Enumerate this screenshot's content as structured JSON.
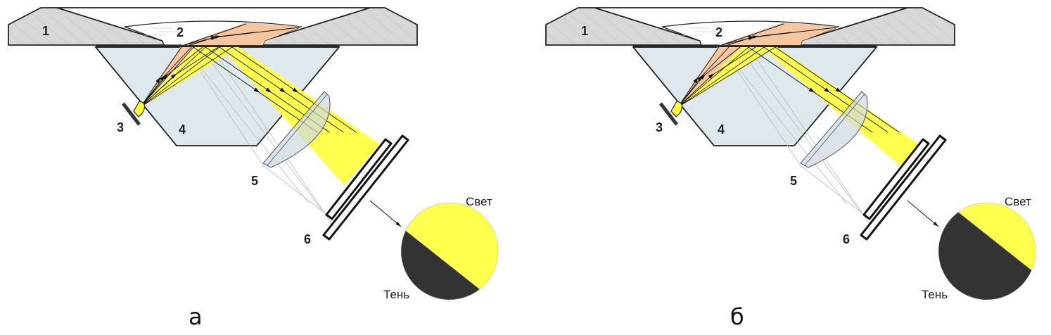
{
  "colors": {
    "plate": "#d8d8d8",
    "prism": "#dfe8ec",
    "beam": "#ffff4d",
    "orange": "#f5c7a0",
    "shadow": "#333333",
    "lens": "#cdd9e0"
  },
  "panels": [
    {
      "caption": "а",
      "labels": {
        "n1": "1",
        "n2": "2",
        "n3": "3",
        "n4": "4",
        "n5": "5",
        "n6": "6"
      },
      "light": "Свет",
      "shadow": "Тень"
    },
    {
      "caption": "б",
      "labels": {
        "n1": "1",
        "n2": "2",
        "n3": "3",
        "n4": "4",
        "n5": "5",
        "n6": "6"
      },
      "light": "Свет",
      "shadow": "Тень"
    }
  ]
}
